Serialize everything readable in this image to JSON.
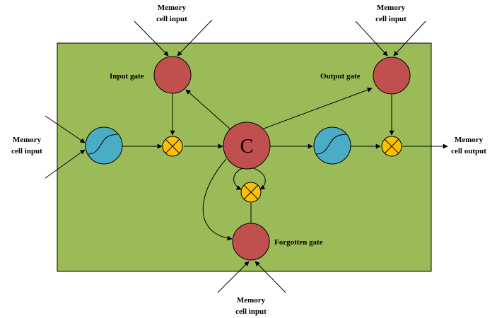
{
  "colors": {
    "panel": "#9bbb59",
    "gate": "#c0504d",
    "activation": "#4bacc6",
    "multiply": "#ffc000"
  },
  "labels": {
    "top_left_input": [
      "Memory",
      "cell input"
    ],
    "top_right_input": [
      "Memory",
      "cell input"
    ],
    "left_input": [
      "Memory",
      "cell input"
    ],
    "bottom_input": [
      "Memory",
      "cell input"
    ],
    "output": [
      "Memory",
      "cell output"
    ],
    "input_gate": "Input gate",
    "output_gate": "Output gate",
    "forgotten_gate": "Forgotten gate",
    "cell": "C"
  },
  "icons": {
    "activation": "sigmoid-curve-icon",
    "multiply": "multiply-cross-icon"
  }
}
